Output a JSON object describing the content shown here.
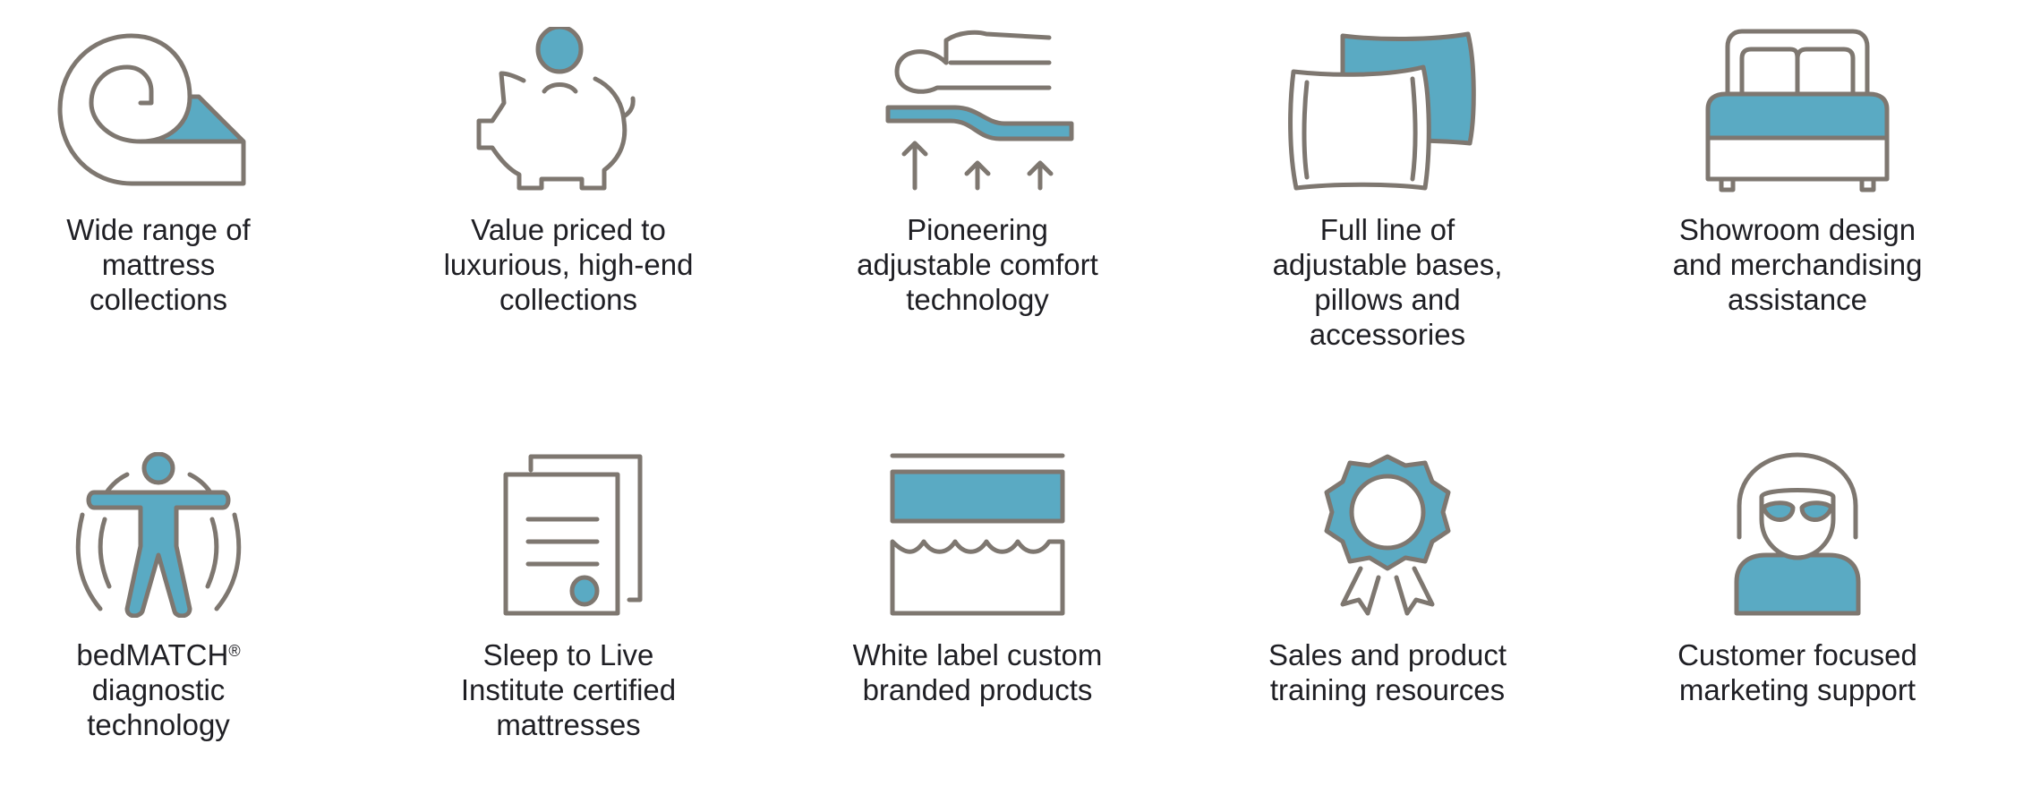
{
  "features": [
    {
      "icon": "rolled-mattress-icon",
      "lines": [
        "Wide range of",
        "mattress",
        "collections"
      ]
    },
    {
      "icon": "piggy-bank-icon",
      "lines": [
        "Value priced to",
        "luxurious, high-end",
        "collections"
      ]
    },
    {
      "icon": "adjustable-comfort-icon",
      "lines": [
        "Pioneering",
        "adjustable comfort",
        "technology"
      ]
    },
    {
      "icon": "pillows-icon",
      "lines": [
        "Full line of",
        "adjustable bases,",
        "pillows and",
        "accessories"
      ]
    },
    {
      "icon": "bed-icon",
      "lines": [
        "Showroom design",
        "and merchandising",
        "assistance"
      ]
    },
    {
      "icon": "body-scan-icon",
      "lines": [
        "bedMATCH",
        "diagnostic",
        "technology"
      ],
      "mark": "®"
    },
    {
      "icon": "certificate-documents-icon",
      "lines": [
        "Sleep to Live",
        "Institute certified",
        "mattresses"
      ]
    },
    {
      "icon": "custom-mattress-layers-icon",
      "lines": [
        "White label custom",
        "branded products"
      ]
    },
    {
      "icon": "award-badge-icon",
      "lines": [
        "Sales and product",
        "training resources"
      ]
    },
    {
      "icon": "support-person-icon",
      "lines": [
        "Customer focused",
        "marketing support"
      ]
    }
  ],
  "colors": {
    "accent": "#5aaac3",
    "outline": "#7e7770",
    "text": "#1f1f24"
  }
}
